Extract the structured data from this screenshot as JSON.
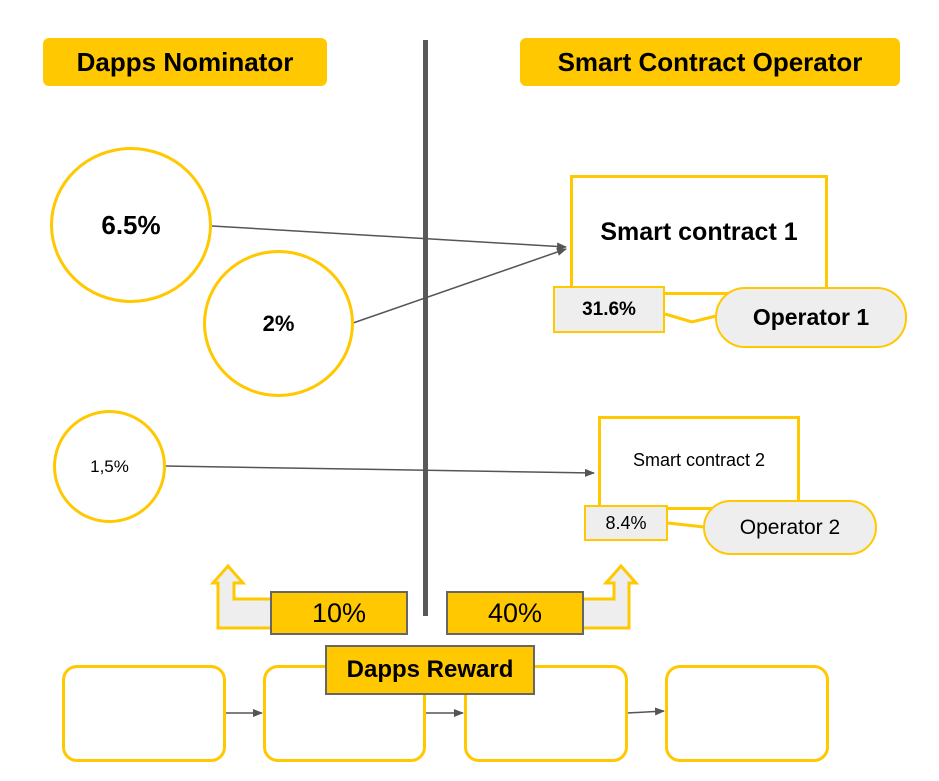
{
  "headers": {
    "left": "Dapps Nominator",
    "right": "Smart Contract Operator"
  },
  "nominators": [
    {
      "label": "6.5%"
    },
    {
      "label": "2%"
    },
    {
      "label": "1,5%"
    }
  ],
  "contracts": [
    {
      "name": "Smart contract 1",
      "share": "31.6%",
      "operator": "Operator 1"
    },
    {
      "name": "Smart contract 2",
      "share": "8.4%",
      "operator": "Operator 2"
    }
  ],
  "reward": {
    "title": "Dapps Reward",
    "nominator_share": "10%",
    "operator_share": "40%"
  },
  "colors": {
    "accent": "#FFC800",
    "divider": "#595959",
    "fill": "#eeeeee"
  }
}
